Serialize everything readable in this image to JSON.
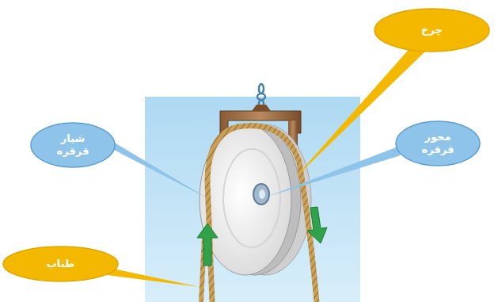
{
  "diagram": {
    "nodes": [
      {
        "text": [
          "چرخ"
        ]
      },
      {
        "text": [
          "شیار قرقره"
        ]
      },
      {
        "text": [
          "محور قرقره"
        ]
      },
      {
        "text": [
          "طناب"
        ]
      }
    ]
  }
}
